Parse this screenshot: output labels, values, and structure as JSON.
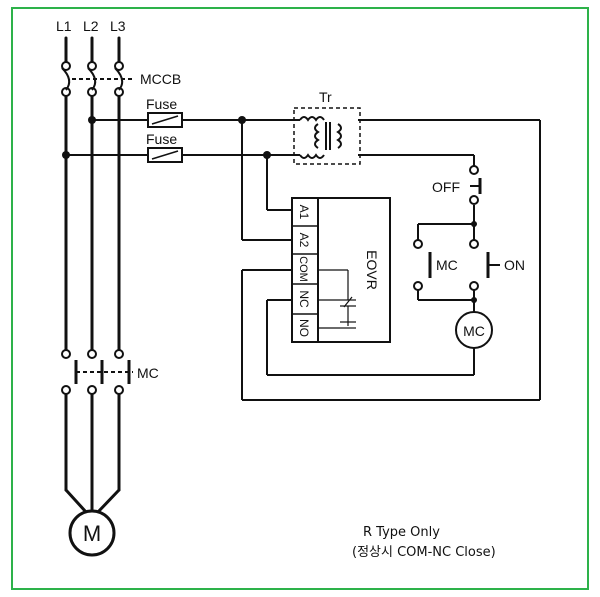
{
  "phases": [
    "L1",
    "L2",
    "L3"
  ],
  "breaker_label": "MCCB",
  "fuse_label": "Fuse",
  "transformer_label": "Tr",
  "relay": {
    "name": "EOVR",
    "terminals": [
      "A1",
      "A2",
      "COM",
      "NC",
      "NO"
    ]
  },
  "control": {
    "off_label": "OFF",
    "on_label": "ON",
    "mc_contact_label": "MC",
    "coil_label": "MC"
  },
  "main_contactor_label": "MC",
  "motor_label": "M",
  "notes": [
    "R Type Only",
    "(정상시 COM-NC Close)"
  ],
  "colors": {
    "border": "#2db24a",
    "line": "#111111"
  }
}
